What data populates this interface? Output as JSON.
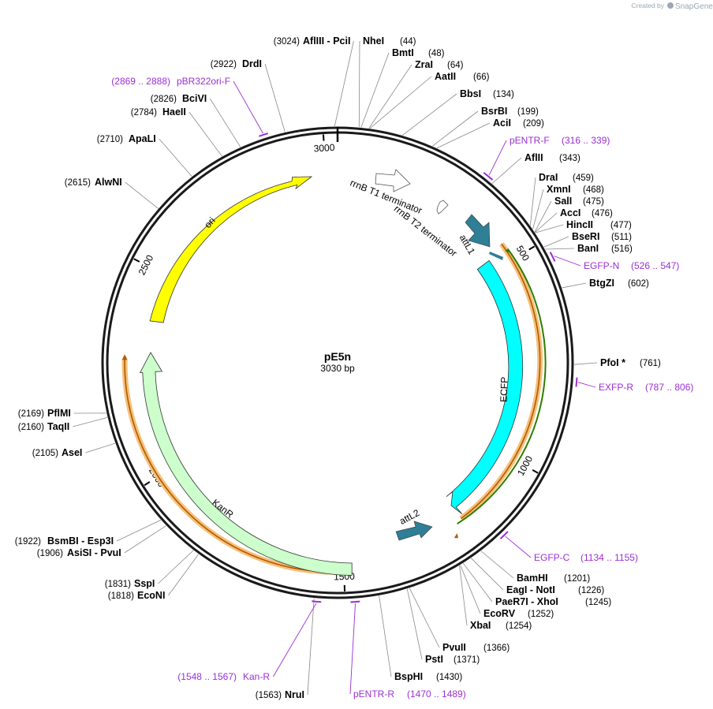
{
  "plasmid": {
    "name": "pE5n",
    "length_label": "3030 bp",
    "length": 3030
  },
  "credit": {
    "prefix": "Created by",
    "brand": "SnapGene"
  },
  "ticks": [
    {
      "pos": 500,
      "label": "500"
    },
    {
      "pos": 1000,
      "label": "1000"
    },
    {
      "pos": 1500,
      "label": "1500"
    },
    {
      "pos": 2000,
      "label": "2000"
    },
    {
      "pos": 2500,
      "label": "2500"
    },
    {
      "pos": 3000,
      "label": "3000"
    }
  ],
  "sites": [
    {
      "name": "AflIII  -  PciI",
      "pos_label": "(3024)",
      "pos": 3024
    },
    {
      "name": "NheI",
      "pos_label": "(44)",
      "pos": 44
    },
    {
      "name": "BmtI",
      "pos_label": "(48)",
      "pos": 48
    },
    {
      "name": "ZraI",
      "pos_label": "(64)",
      "pos": 64
    },
    {
      "name": "AatII",
      "pos_label": "(66)",
      "pos": 66
    },
    {
      "name": "BbsI",
      "pos_label": "(134)",
      "pos": 134
    },
    {
      "name": "BsrBI",
      "pos_label": "(199)",
      "pos": 199
    },
    {
      "name": "AciI",
      "pos_label": "(209)",
      "pos": 209
    },
    {
      "name": "AflII",
      "pos_label": "(343)",
      "pos": 343
    },
    {
      "name": "DraI",
      "pos_label": "(459)",
      "pos": 459
    },
    {
      "name": "XmnI",
      "pos_label": "(468)",
      "pos": 468
    },
    {
      "name": "SalI",
      "pos_label": "(475)",
      "pos": 475
    },
    {
      "name": "AccI",
      "pos_label": "(476)",
      "pos": 476
    },
    {
      "name": "HincII",
      "pos_label": "(477)",
      "pos": 477
    },
    {
      "name": "BseRI",
      "pos_label": "(511)",
      "pos": 511
    },
    {
      "name": "BanI",
      "pos_label": "(516)",
      "pos": 516
    },
    {
      "name": "BtgZI",
      "pos_label": "(602)",
      "pos": 602
    },
    {
      "name": "PfoI *",
      "pos_label": "(761)",
      "pos": 761
    },
    {
      "name": "BamHI",
      "pos_label": "(1201)",
      "pos": 1201
    },
    {
      "name": "EagI  -  NotI",
      "pos_label": "(1226)",
      "pos": 1226
    },
    {
      "name": "PaeR7I  -  XhoI",
      "pos_label": "(1245)",
      "pos": 1245
    },
    {
      "name": "EcoRV",
      "pos_label": "(1252)",
      "pos": 1252
    },
    {
      "name": "XbaI",
      "pos_label": "(1254)",
      "pos": 1254
    },
    {
      "name": "PvuII",
      "pos_label": "(1366)",
      "pos": 1366
    },
    {
      "name": "PstI",
      "pos_label": "(1371)",
      "pos": 1371
    },
    {
      "name": "BspHI",
      "pos_label": "(1430)",
      "pos": 1430
    },
    {
      "name": "NruI",
      "pos_label": "(1563)",
      "pos": 1563
    },
    {
      "name": "EcoNI",
      "pos_label": "(1818)",
      "pos": 1818
    },
    {
      "name": "SspI",
      "pos_label": "(1831)",
      "pos": 1831
    },
    {
      "name": "AsiSI  -  PvuI",
      "pos_label": "(1906)",
      "pos": 1906
    },
    {
      "name": "BsmBI  -  Esp3I",
      "pos_label": "(1922)",
      "pos": 1922
    },
    {
      "name": "AseI",
      "pos_label": "(2105)",
      "pos": 2105
    },
    {
      "name": "TaqII",
      "pos_label": "(2160)",
      "pos": 2160
    },
    {
      "name": "PflMI",
      "pos_label": "(2169)",
      "pos": 2169
    },
    {
      "name": "AlwNI",
      "pos_label": "(2615)",
      "pos": 2615
    },
    {
      "name": "ApaLI",
      "pos_label": "(2710)",
      "pos": 2710
    },
    {
      "name": "HaeII",
      "pos_label": "(2784)",
      "pos": 2784
    },
    {
      "name": "BciVI",
      "pos_label": "(2826)",
      "pos": 2826
    },
    {
      "name": "DrdI",
      "pos_label": "(2922)",
      "pos": 2922
    }
  ],
  "primers": [
    {
      "name": "pBR322ori-F",
      "range_label": "(2869 .. 2888)",
      "start": 2869,
      "end": 2888
    },
    {
      "name": "pENTR-F",
      "range_label": "(316 .. 339)",
      "start": 316,
      "end": 339
    },
    {
      "name": "EGFP-N",
      "range_label": "(526 .. 547)",
      "start": 526,
      "end": 547
    },
    {
      "name": "EXFP-R",
      "range_label": "(787 .. 806)",
      "start": 787,
      "end": 806
    },
    {
      "name": "EGFP-C",
      "range_label": "(1134 .. 1155)",
      "start": 1134,
      "end": 1155
    },
    {
      "name": "pENTR-R",
      "range_label": "(1470 .. 1489)",
      "start": 1470,
      "end": 1489
    },
    {
      "name": "Kan-R",
      "range_label": "(1548 .. 1567)",
      "start": 1548,
      "end": 1567
    }
  ],
  "features": [
    {
      "name": "rrnB T1 terminator",
      "color": "#ffffff"
    },
    {
      "name": "rrnB T2 terminator",
      "color": "#ffffff"
    },
    {
      "name": "attL1",
      "color": "#2f7f96"
    },
    {
      "name": "ECFP",
      "color": "#00ffff"
    },
    {
      "name": "attL2",
      "color": "#2f7f96"
    },
    {
      "name": "KanR",
      "color": "#ccffcc"
    },
    {
      "name": "ori",
      "color": "#ffff00"
    }
  ],
  "colors": {
    "backbone": "#1a1a1a",
    "primer": "#9b2fd4",
    "orf_orange": "#f6c07a",
    "orf_line": "#b05a00",
    "orf_green": "#2e7d00"
  }
}
